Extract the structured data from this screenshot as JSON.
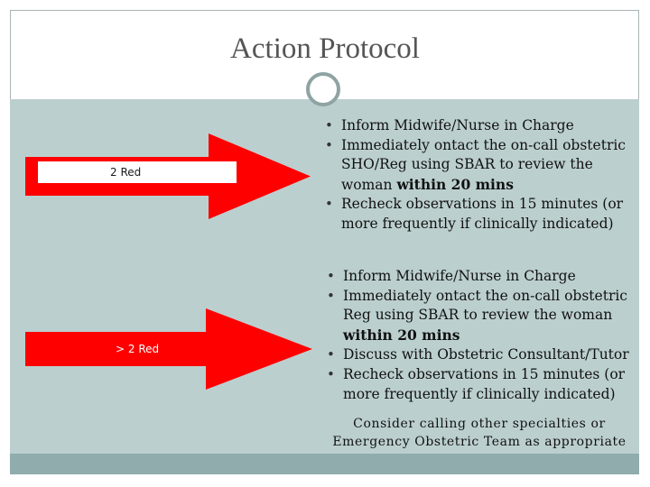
{
  "title": "Action Protocol",
  "colors": {
    "arrow_red": "#fe0000",
    "panel_bg": "#bccfcf",
    "footer_bar": "#90acac",
    "circle_ring": "#8fa3a3"
  },
  "rows": [
    {
      "label": "2 Red",
      "bullets": [
        "Inform Midwife/Nurse in Charge",
        "Immediately ontact the on-call obstetric SHO/Reg using SBAR to review the woman ",
        "Recheck observations in 15 minutes (or more frequently if clinically indicated)"
      ],
      "emphasis": "within 20 mins"
    },
    {
      "label": "> 2 Red",
      "bullets": [
        "Inform Midwife/Nurse in Charge",
        "Immediately ontact the on-call obstetric Reg using SBAR to review the woman ",
        "Discuss with Obstetric Consultant/Tutor",
        "Recheck observations in 15 minutes (or more frequently if clinically indicated)"
      ],
      "emphasis": "within 20 mins"
    }
  ],
  "note": "Consider calling other specialties or Emergency Obstetric Team as appropriate"
}
